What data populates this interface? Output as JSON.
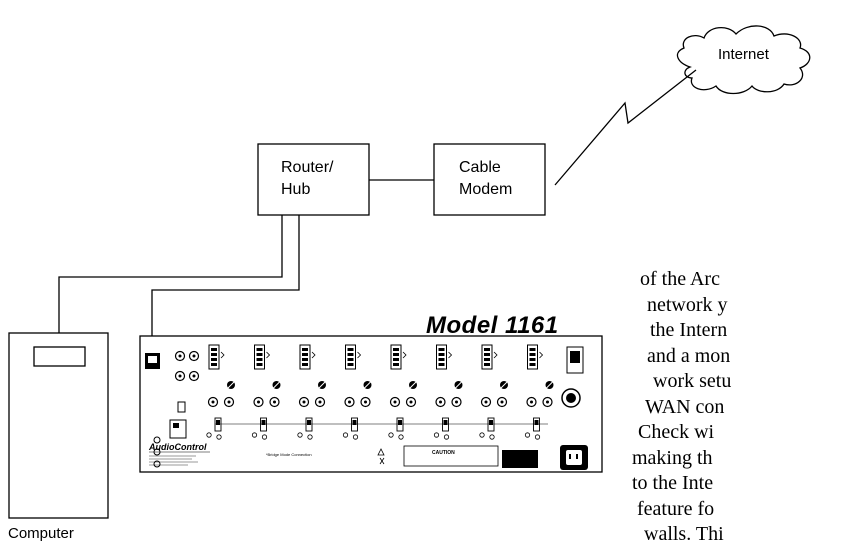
{
  "nodes": {
    "internet": "Internet",
    "router_line1": "Router/",
    "router_line2": "Hub",
    "modem_line1": "Cable",
    "modem_line2": "Modem",
    "computer": "Computer"
  },
  "panel": {
    "model_title": "Model 1161",
    "brand": "AudioControl",
    "bridge_note": "*Bridge Mode Connection",
    "caution": "CAUTION"
  },
  "body_text": [
    "of the Arc",
    "network y",
    "the Intern",
    "and a mon",
    "work setu",
    "WAN con",
    "Check wi",
    "making th",
    "to the Inte",
    "feature fo",
    "walls. Thi"
  ]
}
